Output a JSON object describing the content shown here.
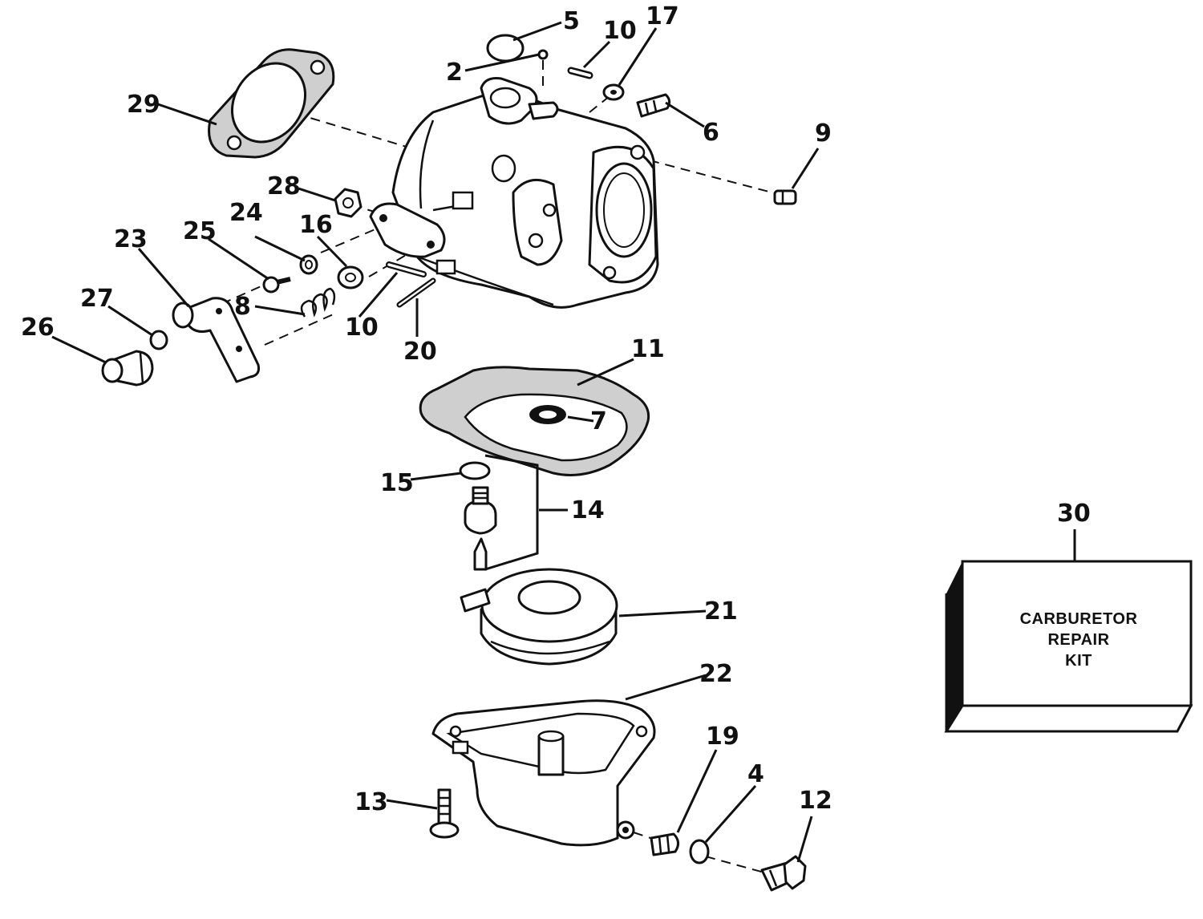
{
  "callouts": {
    "c2": "2",
    "c4": "4",
    "c5": "5",
    "c6": "6",
    "c7": "7",
    "c8": "8",
    "c9": "9",
    "c10a": "10",
    "c10b": "10",
    "c11": "11",
    "c12": "12",
    "c13": "13",
    "c14": "14",
    "c15": "15",
    "c16": "16",
    "c17": "17",
    "c19": "19",
    "c20": "20",
    "c21": "21",
    "c22": "22",
    "c23": "23",
    "c24": "24",
    "c25": "25",
    "c26": "26",
    "c27": "27",
    "c28": "28",
    "c29": "29",
    "c30": "30"
  },
  "kit": {
    "line1": "CARBURETOR",
    "line2": "REPAIR",
    "line3": "KIT"
  },
  "colors": {
    "ink": "#111111",
    "paper": "#ffffff",
    "gasket": "#cfcfcf"
  }
}
